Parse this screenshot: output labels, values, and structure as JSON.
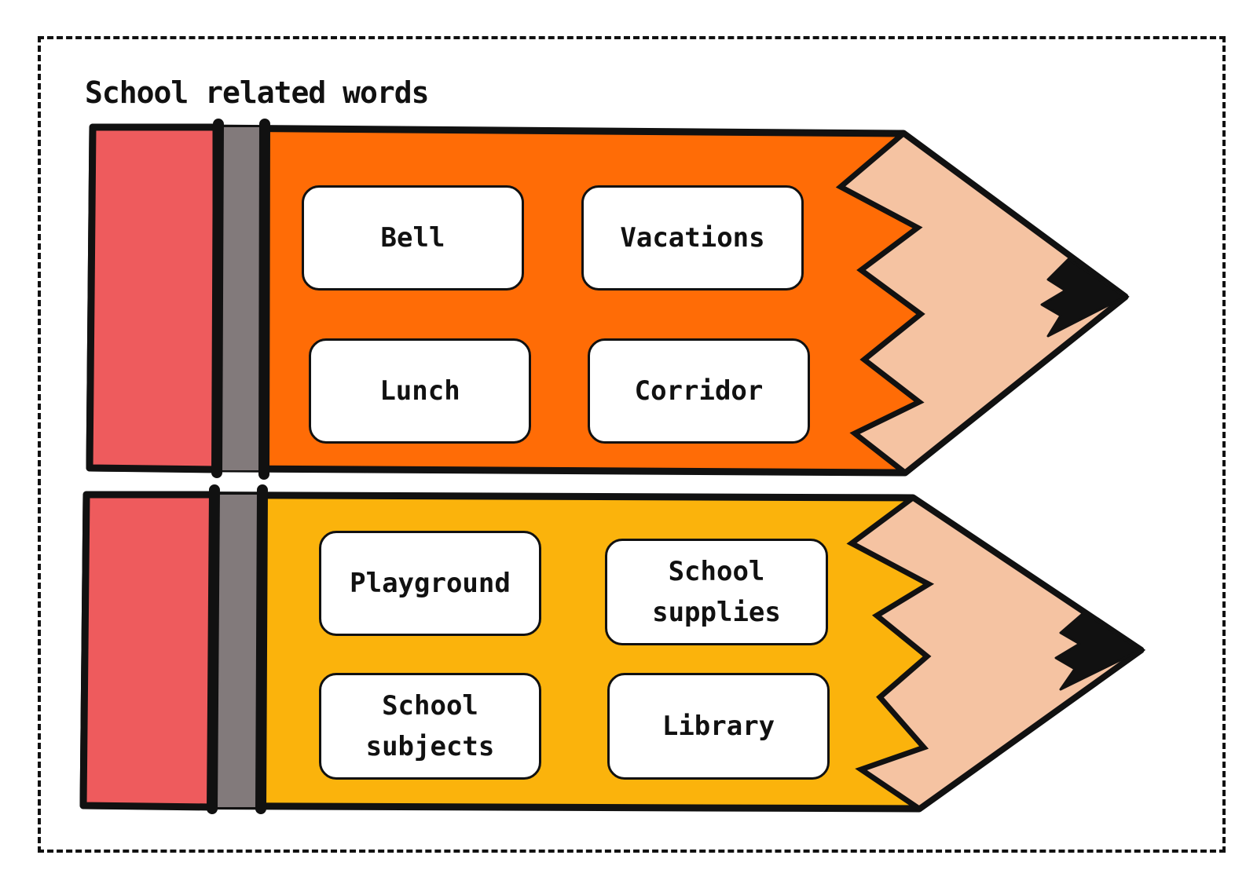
{
  "title": "School related words",
  "colors": {
    "eraser": "#ee5b5d",
    "ferrule": "#827a7b",
    "pencil_top_body": "#ff6c06",
    "pencil_bottom_body": "#fbb30c",
    "wood": "#f5c3a2",
    "lead": "#111111",
    "outline": "#111111"
  },
  "pencils": [
    {
      "words": [
        "Bell",
        "Vacations",
        "Lunch",
        "Corridor"
      ]
    },
    {
      "words": [
        "Playground",
        "School supplies",
        "School subjects",
        "Library"
      ]
    }
  ]
}
